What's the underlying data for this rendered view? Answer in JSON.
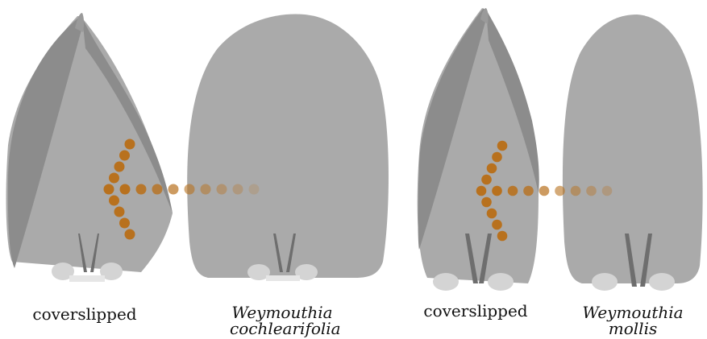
{
  "panels": [
    {
      "left_label": "coverslipped",
      "right_label_line1": "Weymouthia",
      "right_label_line2": "cochlearifolia"
    },
    {
      "left_label": "coverslipped",
      "right_label_line1": "Weymouthia",
      "right_label_line2": "mollis"
    }
  ],
  "colors": {
    "leaf_light": "#aaaaaa",
    "leaf_dark": "#8a8a8a",
    "cells": "#d4d4d4",
    "arrow": "#b8711e",
    "dash": "#6e6e6e"
  }
}
